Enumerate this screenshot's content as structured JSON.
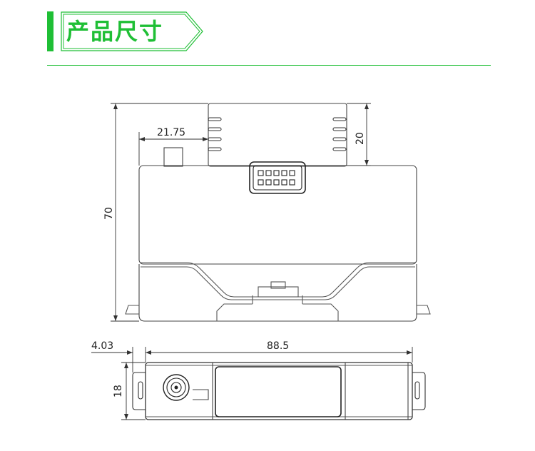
{
  "header": {
    "title": "产品尺寸",
    "accent_color": "#1fbf35"
  },
  "dimensions": {
    "front_offset": "21.75",
    "front_top_height": "20",
    "front_total_height": "70",
    "side_offset": "4.03",
    "side_length": "88.5",
    "side_height": "18"
  }
}
